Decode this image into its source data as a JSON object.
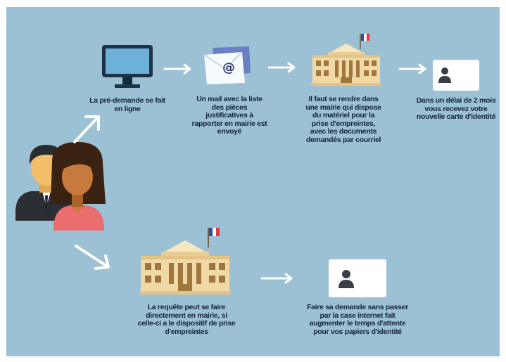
{
  "steps_online": [
    {
      "text": "La pré-demande se fait en ligne"
    },
    {
      "text": "Un mail avec la liste des pièces justificatives à rapporter en mairie est envoyé"
    },
    {
      "text": "Il faut se rendre dans une mairie qui dispose du matériel pour la prise d'empreintes, avec les documents demandés par courriel"
    },
    {
      "text": "Dans un délai de 2 mois vous recevez votre nouvelle carte d'identité"
    }
  ],
  "steps_direct": [
    {
      "text": "La requête peut se faire directement en mairie, si celle-ci a le dispositif de prise d'empreintes"
    },
    {
      "text": "Faire sa demande sans passer par la case internet fait augmenter le temps d'attente pour vos papiers d'identité"
    }
  ],
  "icons": {
    "people": "people-icon",
    "computer": "computer-monitor-icon",
    "mail": "email-envelope-icon",
    "town_hall": "town-hall-icon",
    "flag": "french-flag-icon",
    "id_card": "id-card-icon",
    "arrow": "arrow-right-icon"
  },
  "colors": {
    "background": "#9cc1d4",
    "text": "#14233a",
    "building": "#f0d9a6",
    "building_roof": "#f7e7bf",
    "building_dark": "#a0763c",
    "monitor": "#1e3446",
    "screen": "#6fb0d8",
    "envelope": "#f6fbff",
    "envelope_back": "#6a7fc4",
    "card": "#ffffff",
    "person_shadow": "#3a3e44",
    "man_hair": "#2a2d30",
    "man_skin": "#f3be6a",
    "man_suit": "#2b2f35",
    "woman_hair": "#3a2212",
    "woman_skin": "#c57a3e",
    "woman_top": "#ea6e6e",
    "flag_blue": "#2a4fa8",
    "flag_white": "#ffffff",
    "flag_red": "#e03a3a",
    "arrow": "#ffffff"
  }
}
